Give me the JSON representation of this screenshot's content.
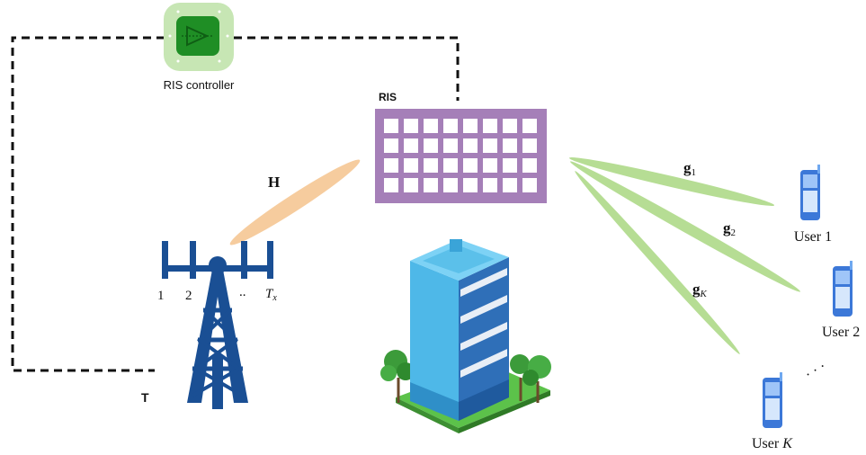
{
  "labels": {
    "ris_controller": "RIS controller",
    "ris": "RIS",
    "transmitter": "T",
    "channel_h": "H",
    "antenna_1": "1",
    "antenna_2": "2",
    "antenna_dots": "..",
    "antenna_tx_base": "T",
    "antenna_tx_sub": "x",
    "g1_base": "g",
    "g1_sub": "1",
    "g2_base": "g",
    "g2_sub": "2",
    "gk_base": "g",
    "gk_sub": "K",
    "user1": "User 1",
    "user2": "User 2",
    "userk_prefix": "User ",
    "userk_var": "K",
    "users_dots": "· · ·"
  },
  "colors": {
    "control_line": "#111111",
    "controller_outer": "#c7e6b4",
    "controller_inner": "#1f8e25",
    "ris_panel": "#a57fb8",
    "ris_cell": "#ffffff",
    "beam_h": "#f6cc9e",
    "beam_g": "#b6dd94",
    "tower": "#1a4f94",
    "building_light": "#4eb8e8",
    "building_dark": "#2f6fb8",
    "tree": "#3c9b3a",
    "phone": "#3c78d8"
  },
  "ris_grid": {
    "rows": 4,
    "cols": 8
  }
}
